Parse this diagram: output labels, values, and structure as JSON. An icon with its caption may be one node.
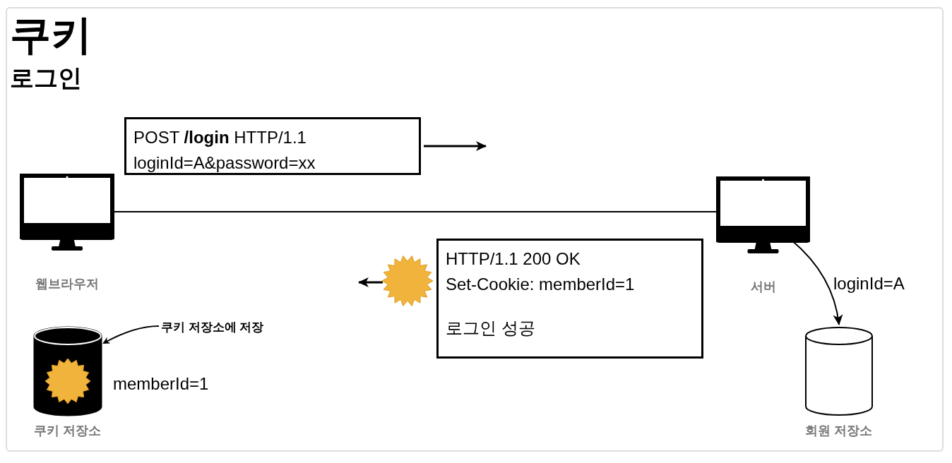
{
  "diagram": {
    "title": "쿠키",
    "nodes": [
      {
        "text": [
          "웹브라우저"
        ]
      },
      {
        "text": [
          "서버"
        ]
      },
      {
        "text": [
          "POST **/login** HTTP/1.1",
          "loginId=A&password=xx"
        ]
      },
      {
        "text": [
          "HTTP/1.1 200 OK",
          "Set-Cookie: memberId=1",
          "로그인 성공"
        ]
      },
      {
        "text": [
          "쿠키 저장소"
        ],
        "beside": [
          "memberId=1"
        ]
      },
      {
        "text": [
          "회원 저장소"
        ]
      },
      {
        "text": [
          "쿠키 저장소에 저장"
        ]
      }
    ],
    "edges": [
      {
        "from": 0,
        "to": 1,
        "arrow": "none"
      },
      {
        "from": 1,
        "to": 5,
        "arrow": "to",
        "label": "loginId=A"
      },
      {
        "from": 6,
        "to": 4,
        "arrow": "to"
      }
    ],
    "labels": [
      "로그인"
    ]
  }
}
